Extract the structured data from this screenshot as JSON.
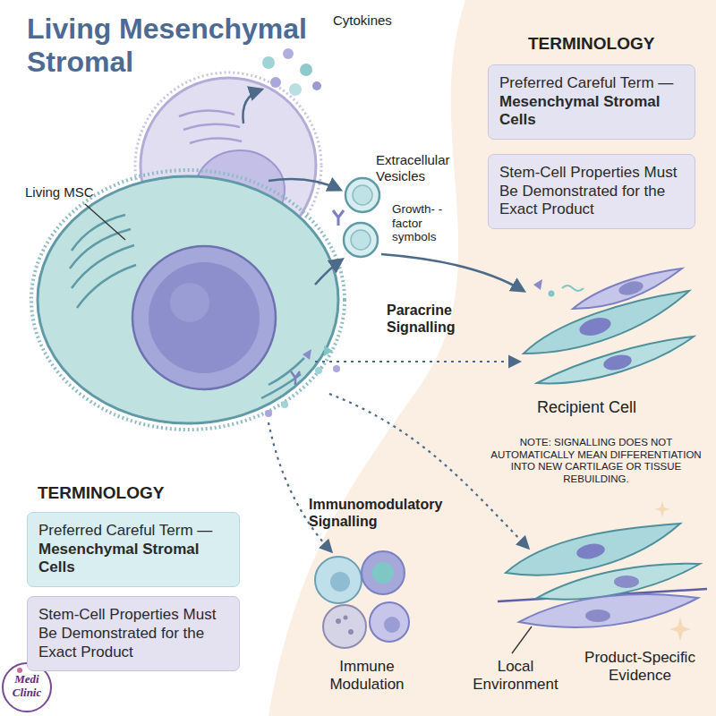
{
  "diagram": {
    "title": "Living Mesenchymal Stromal",
    "nodes": [
      {
        "text": [
          "Preferred Careful Term —",
          "Mesenchymal Stromal Cells"
        ]
      },
      {
        "text": [
          "Stem-Cell Properties Must Be Demonstrated for the Exact Product"
        ]
      },
      {
        "text": [
          "Preferred Careful Term —",
          "Mesenchymal Stromal Cells"
        ]
      },
      {
        "text": [
          "Stem-Cell Properties Must Be Demonstrated for the Exact Product"
        ]
      }
    ],
    "labels": [
      "TERMINOLOGY",
      "Cytokines",
      "Living MSC",
      "Extracellular Vesicles",
      "Growth- - factor symbols",
      "Paracrine Signalling",
      "Recipient Cell",
      "NOTE: SIGNALLING DOES NOT AUTOMATICALLY MEAN DIFFERENTIATION INTO NEW CARTILAGE OR TISSUE REBUILDING.",
      "TERMINOLOGY",
      "Immunomodulatory Signalling",
      "Immune Modulation",
      "Local Environment",
      "Product-Specific Evidence",
      "Medi",
      "Clinic"
    ]
  }
}
